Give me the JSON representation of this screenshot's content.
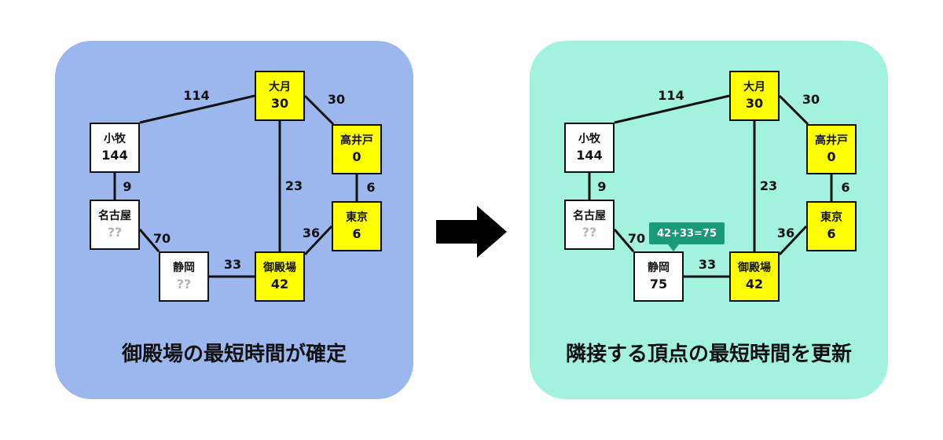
{
  "colors": {
    "left_panel": "#9cb6ee",
    "right_panel": "#a3f1df",
    "confirmed": "#ffff00",
    "pending": "#ffffff",
    "unknown_text": "#b3b3b3",
    "callout": "#1a9a78"
  },
  "icons": {
    "arrow": "right-arrow-icon"
  },
  "left_panel": {
    "caption": "御殿場の最短時間が確定",
    "nodes": {
      "komaki": {
        "name": "小牧",
        "value": "144",
        "state": "white"
      },
      "nagoya": {
        "name": "名古屋",
        "value": "??",
        "state": "white"
      },
      "shizuoka": {
        "name": "静岡",
        "value": "??",
        "state": "white"
      },
      "otsuki": {
        "name": "大月",
        "value": "30",
        "state": "yellow"
      },
      "takaido": {
        "name": "高井戸",
        "value": "0",
        "state": "yellow"
      },
      "tokyo": {
        "name": "東京",
        "value": "6",
        "state": "yellow"
      },
      "gotemba": {
        "name": "御殿場",
        "value": "42",
        "state": "yellow"
      }
    },
    "edges": {
      "komaki_otsuki": "114",
      "otsuki_takaido": "30",
      "komaki_nagoya": "9",
      "otsuki_gotemba": "23",
      "takaido_tokyo": "6",
      "nagoya_shizuoka": "70",
      "tokyo_gotemba": "36",
      "shizuoka_gotemba": "33"
    }
  },
  "right_panel": {
    "caption": "隣接する頂点の最短時間を更新",
    "callout": "42+33=75",
    "nodes": {
      "komaki": {
        "name": "小牧",
        "value": "144",
        "state": "white"
      },
      "nagoya": {
        "name": "名古屋",
        "value": "??",
        "state": "white"
      },
      "shizuoka": {
        "name": "静岡",
        "value": "75",
        "state": "white"
      },
      "otsuki": {
        "name": "大月",
        "value": "30",
        "state": "yellow"
      },
      "takaido": {
        "name": "高井戸",
        "value": "0",
        "state": "yellow"
      },
      "tokyo": {
        "name": "東京",
        "value": "6",
        "state": "yellow"
      },
      "gotemba": {
        "name": "御殿場",
        "value": "42",
        "state": "yellow"
      }
    },
    "edges": {
      "komaki_otsuki": "114",
      "otsuki_takaido": "30",
      "komaki_nagoya": "9",
      "otsuki_gotemba": "23",
      "takaido_tokyo": "6",
      "nagoya_shizuoka": "70",
      "tokyo_gotemba": "36",
      "shizuoka_gotemba": "33"
    }
  }
}
